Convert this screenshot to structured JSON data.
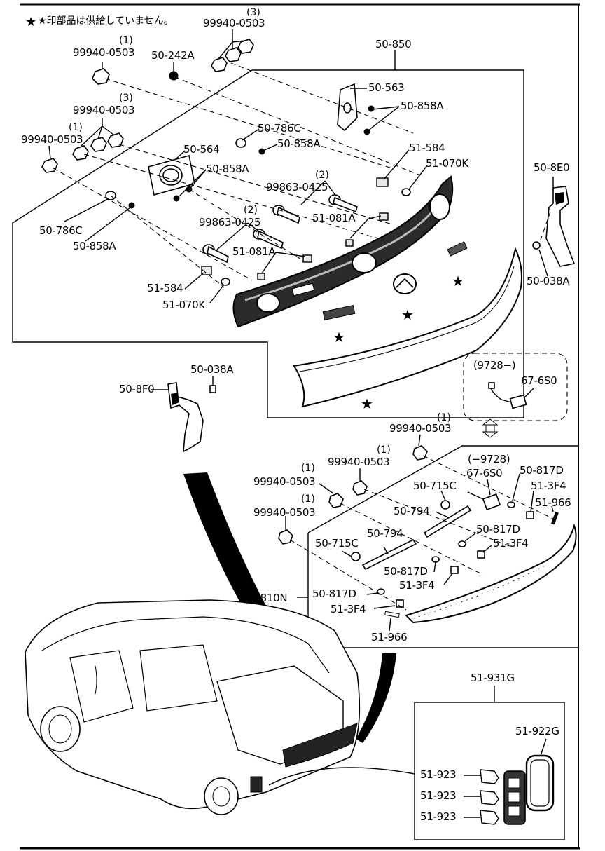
{
  "note": "★印部品は供給していません。",
  "labels": {
    "p99940_top3": "99940-0503",
    "p99940_top3_qty": "(3)",
    "p99940_a": "99940-0503",
    "p99940_a_qty": "(1)",
    "p50_242A": "50-242A",
    "p99940_b": "99940-0503",
    "p99940_b_qty": "(3)",
    "p99940_c": "99940-0503",
    "p99940_c_qty": "(1)",
    "p50_850": "50-850",
    "p50_563": "50-563",
    "p50_858A_1": "50-858A",
    "p50_786C_1": "50-786C",
    "p50_858A_2": "50-858A",
    "p50_564": "50-564",
    "p50_858A_3": "50-858A",
    "p51_584_1": "51-584",
    "p51_070K_1": "51-070K",
    "p50_8E0": "50-8E0",
    "p99863_a": "99863-0425",
    "p99863_a_qty": "(2)",
    "p51_081A_1": "51-081A",
    "p50_786C_2": "50-786C",
    "p50_858A_4": "50-858A",
    "p99863_b": "99863-0425",
    "p99863_b_qty": "(2)",
    "p51_081A_2": "51-081A",
    "p50_038A_1": "50-038A",
    "p51_584_2": "51-584",
    "p51_070K_2": "51-070K",
    "p50_038A_2": "50-038A",
    "p50_8F0": "50-8F0",
    "p9728_plus": "(9728−)",
    "p67_6S0_1": "67-6S0",
    "p99940_d": "99940-0503",
    "p99940_d_qty": "(1)",
    "p99940_e": "99940-0503",
    "p99940_e_qty": "(1)",
    "p9728_minus": "(−9728)",
    "p67_6S0_2": "67-6S0",
    "p50_817D_1": "50-817D",
    "p99940_f": "99940-0503",
    "p99940_f_qty": "(1)",
    "p50_715C_1": "50-715C",
    "p51_3F4_1": "51-3F4",
    "p51_966_1": "51-966",
    "p50_794_1": "50-794",
    "p99940_g": "99940-0503",
    "p99940_g_qty": "(1)",
    "p50_817D_2": "50-817D",
    "p50_794_2": "50-794",
    "p51_3F4_2": "51-3F4",
    "p50_715C_2": "50-715C",
    "p50_817D_3": "50-817D",
    "p51_3F4_3": "51-3F4",
    "p50_810N": "50-810N",
    "p50_817D_4": "50-817D",
    "p51_3F4_4": "51-3F4",
    "p51_966_2": "51-966",
    "p51_931G": "51-931G",
    "p51_922G": "51-922G",
    "p51_923_1": "51-923",
    "p51_923_2": "51-923",
    "p51_923_3": "51-923"
  }
}
